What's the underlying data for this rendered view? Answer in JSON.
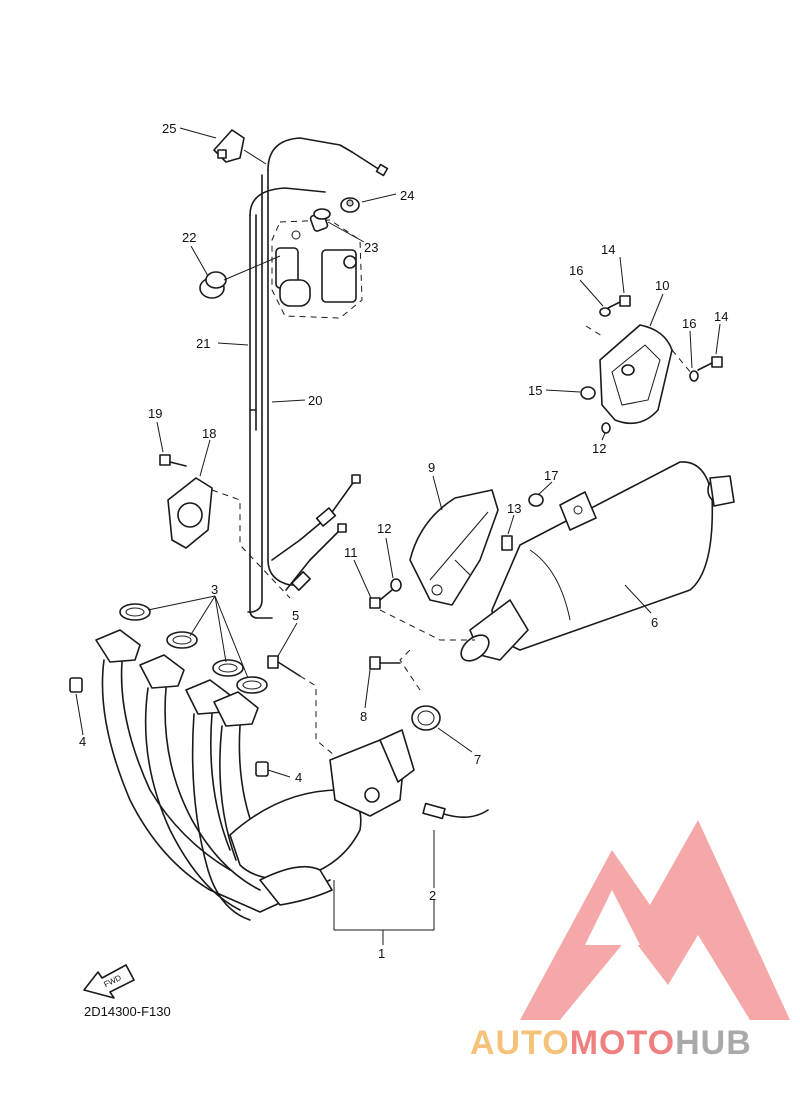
{
  "diagram": {
    "drawing_code": "2D14300-F130",
    "fwd_label": "FWD",
    "callouts": {
      "c1": "1",
      "c2": "2",
      "c3": "3",
      "c4a": "4",
      "c4b": "4",
      "c5": "5",
      "c6": "6",
      "c7": "7",
      "c8": "8",
      "c9": "9",
      "c10": "10",
      "c11": "11",
      "c12a": "12",
      "c12b": "12",
      "c13": "13",
      "c14a": "14",
      "c14b": "14",
      "c15": "15",
      "c16a": "16",
      "c16b": "16",
      "c17": "17",
      "c18": "18",
      "c19": "19",
      "c20": "20",
      "c21": "21",
      "c22": "22",
      "c23": "23",
      "c24": "24",
      "c25": "25"
    }
  },
  "watermark": {
    "part1": "AUTO",
    "part2": "MOTO",
    "part3": "HUB",
    "colors": {
      "auto": "#f5c27a",
      "moto": "#f07f7f",
      "hub": "#a9a9a9",
      "logo": "#f28b8b"
    }
  }
}
